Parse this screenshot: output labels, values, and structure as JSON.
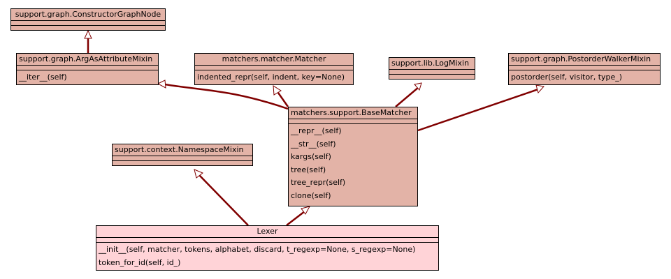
{
  "classes": {
    "cgn": {
      "name": "support.graph.ConstructorGraphNode",
      "methods": []
    },
    "aam": {
      "name": "support.graph.ArgAsAttributeMixin",
      "methods": [
        "__iter__(self)"
      ]
    },
    "mm": {
      "name": "matchers.matcher.Matcher",
      "methods": [
        "indented_repr(self, indent, key=None)"
      ]
    },
    "lm": {
      "name": "support.lib.LogMixin",
      "methods": []
    },
    "pwm": {
      "name": "support.graph.PostorderWalkerMixin",
      "methods": [
        "postorder(self, visitor, type_)"
      ]
    },
    "bm": {
      "name": "matchers.support.BaseMatcher",
      "methods": [
        "__repr__(self)",
        "__str__(self)",
        "kargs(self)",
        "tree(self)",
        "tree_repr(self)",
        "clone(self)"
      ]
    },
    "nm": {
      "name": "support.context.NamespaceMixin",
      "methods": []
    },
    "lexer": {
      "name": "Lexer",
      "methods": [
        "__init__(self, matcher, tokens, alphabet, discard, t_regexp=None, s_regexp=None)",
        "token_for_id(self, id_)"
      ]
    }
  },
  "colors": {
    "class_fill": "#e3b3a7",
    "target_fill": "#ffd3d7",
    "edge": "#800000"
  }
}
